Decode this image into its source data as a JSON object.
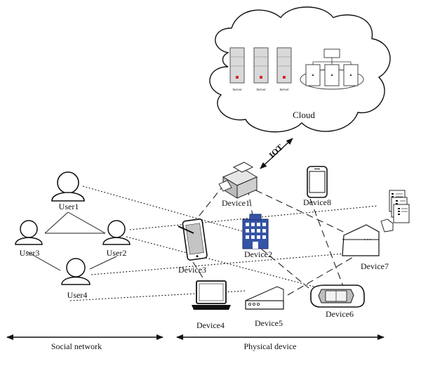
{
  "cloud": {
    "label": "Cloud",
    "servers": [
      "Server",
      "Server",
      "Server"
    ]
  },
  "link": {
    "label": "IOT"
  },
  "users": [
    {
      "id": "user1",
      "label": "User1"
    },
    {
      "id": "user2",
      "label": "User2"
    },
    {
      "id": "user3",
      "label": "User3"
    },
    {
      "id": "user4",
      "label": "User4"
    }
  ],
  "devices": [
    {
      "id": "device1",
      "label": "Device1",
      "icon": "printer-icon"
    },
    {
      "id": "device2",
      "label": "Device2",
      "icon": "building-icon"
    },
    {
      "id": "device3",
      "label": "Device3",
      "icon": "tablet-icon"
    },
    {
      "id": "device4",
      "label": "Device4",
      "icon": "laptop-icon"
    },
    {
      "id": "device5",
      "label": "Device5",
      "icon": "scanner-icon"
    },
    {
      "id": "device6",
      "label": "Device6",
      "icon": "car-icon"
    },
    {
      "id": "device7",
      "label": "Device7",
      "icon": "fax-icon"
    },
    {
      "id": "device8",
      "label": "Device8",
      "icon": "smartphone-icon"
    }
  ],
  "sections": {
    "social": "Social network",
    "physical": "Physical device"
  }
}
